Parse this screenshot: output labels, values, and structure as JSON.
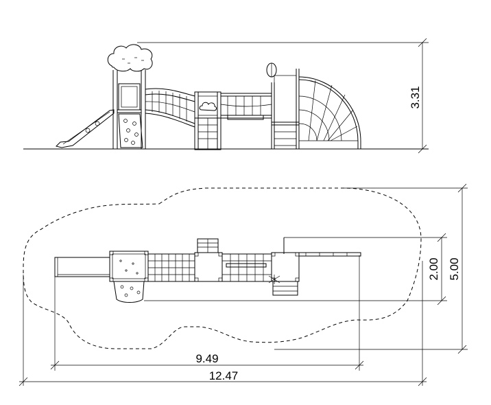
{
  "dimensions": {
    "elevation_height": "3.31",
    "plan_depth_inner": "2.00",
    "plan_depth_outer": "5.00",
    "plan_length_inner": "9.49",
    "plan_length_outer": "12.47"
  }
}
